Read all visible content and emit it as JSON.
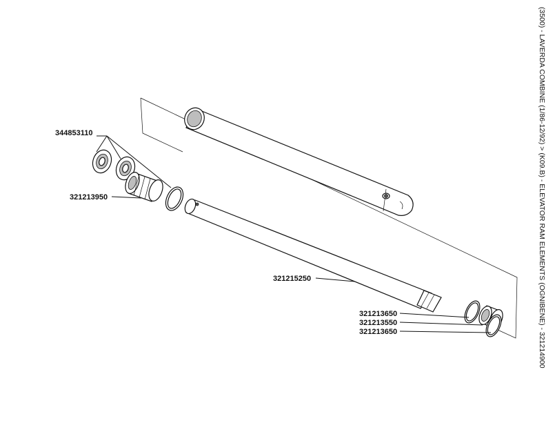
{
  "side_title": "(3500) - LAVERDA COMBINE (1/86-12/92) > (K09.B) - ELEVATOR RAM ELEMENTS (OGNIBENE) - 321214900",
  "part_numbers": {
    "p344853110": "344853110",
    "p321213950": "321213950",
    "p321215250": "321215250",
    "p321213650_a": "321213650",
    "p321213550": "321213550",
    "p321213650_b": "321213650"
  }
}
